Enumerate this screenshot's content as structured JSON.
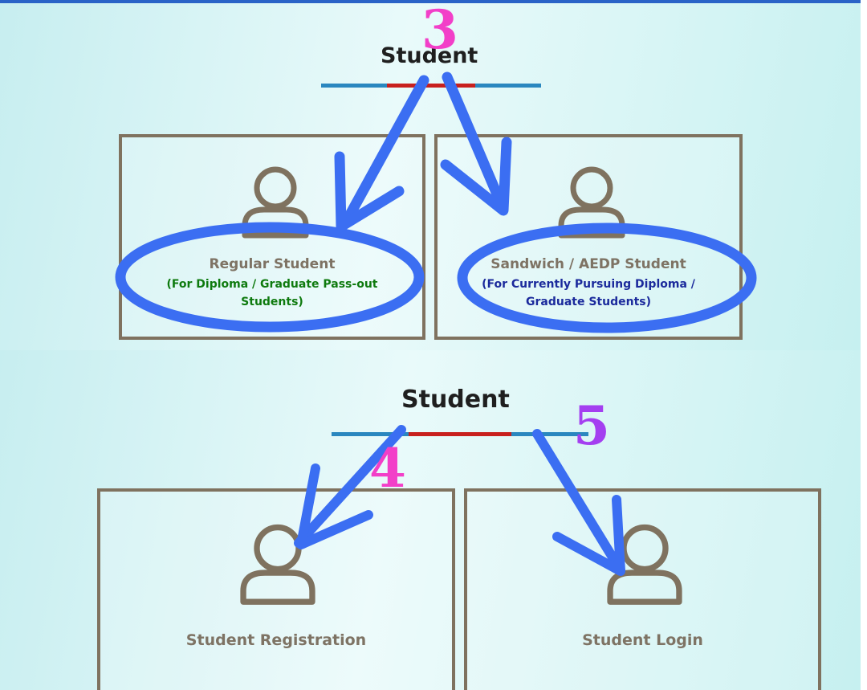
{
  "top_section": {
    "heading": "Student",
    "cards": [
      {
        "title": "Regular Student",
        "subtitle_line1": "(For Diploma / Graduate Pass-out",
        "subtitle_line2": "Students)",
        "subtitle_color": "#0e7a0e"
      },
      {
        "title": "Sandwich / AEDP Student",
        "subtitle_line1": "(For Currently Pursuing Diploma /",
        "subtitle_line2": "Graduate Students)",
        "subtitle_color": "#1b2a9c"
      }
    ]
  },
  "bottom_section": {
    "heading": "Student",
    "cards": [
      {
        "title": "Student Registration"
      },
      {
        "title": "Student Login"
      }
    ]
  },
  "annotations": {
    "step_top": "3",
    "step_registration": "4",
    "step_login": "5"
  },
  "colors": {
    "accent_blue": "#2a63c7",
    "card_border": "#7f725f",
    "underline_blue": "#2a87bf",
    "underline_red": "#c8201e",
    "annotation_blue": "#3b6ef2",
    "annotation_pink": "#f23fc8",
    "annotation_purple": "#a43ff0"
  }
}
